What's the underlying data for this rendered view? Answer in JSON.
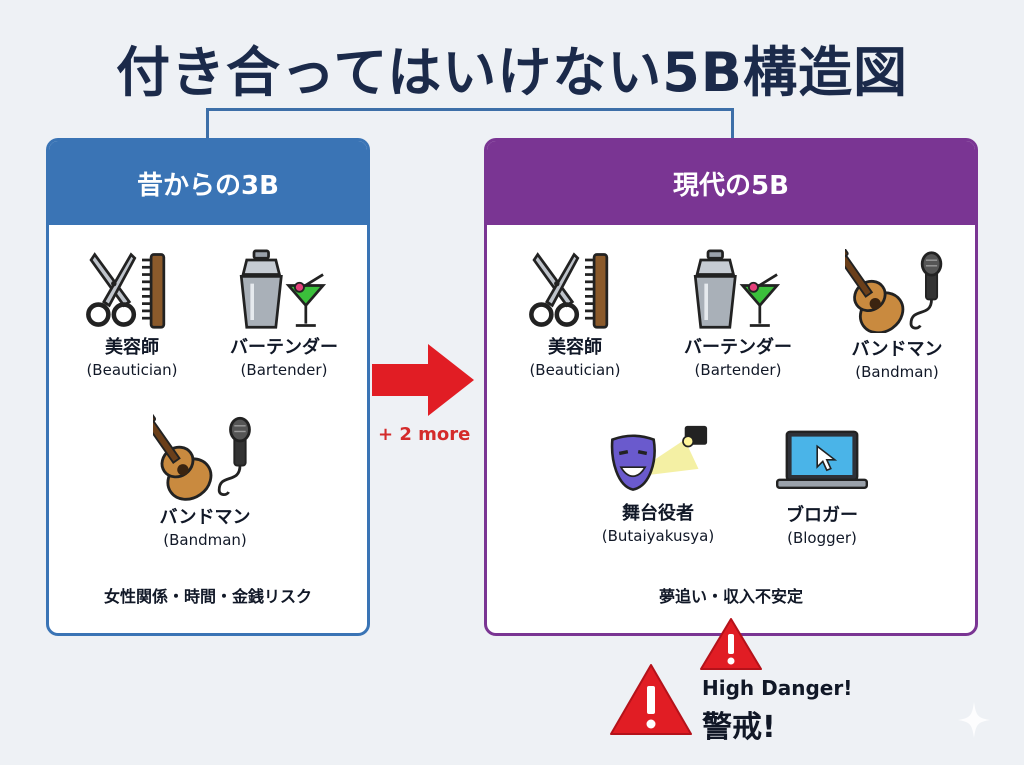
{
  "title": "付き合ってはいけない5B構造図",
  "colors": {
    "left_accent": "#3a74b5",
    "right_accent": "#7a3593",
    "danger": "#d42b2b"
  },
  "left_panel": {
    "header": "昔からの3B",
    "items": [
      {
        "jp": "美容師",
        "en": "(Beautician)",
        "icon": "scissors-comb-icon"
      },
      {
        "jp": "バーテンダー",
        "en": "(Bartender)",
        "icon": "shaker-cocktail-icon"
      },
      {
        "jp": "バンドマン",
        "en": "(Bandman)",
        "icon": "guitar-mic-icon"
      }
    ],
    "risk": "女性関係・時間・金銭リスク"
  },
  "transition": {
    "label": "+ 2 more"
  },
  "right_panel": {
    "header": "現代の5B",
    "items": [
      {
        "jp": "美容師",
        "en": "(Beautician)",
        "icon": "scissors-comb-icon"
      },
      {
        "jp": "バーテンダー",
        "en": "(Bartender)",
        "icon": "shaker-cocktail-icon"
      },
      {
        "jp": "バンドマン",
        "en": "(Bandman)",
        "icon": "guitar-mic-icon"
      },
      {
        "jp": "舞台役者",
        "en": "(Butaiyakusya)",
        "icon": "theater-mask-icon"
      },
      {
        "jp": "ブロガー",
        "en": "(Blogger)",
        "icon": "laptop-icon"
      }
    ],
    "risk": "夢追い・収入不安定"
  },
  "warning": {
    "en": "High Danger!",
    "jp": "警戒!"
  }
}
